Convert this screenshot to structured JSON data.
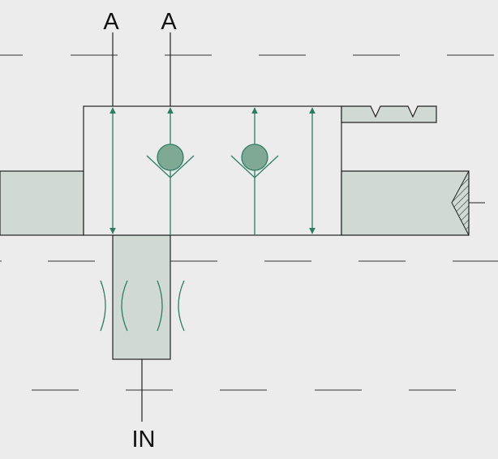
{
  "ports": {
    "a1": "A",
    "a2": "A",
    "inlet": "IN"
  },
  "colors": {
    "background": "#ececec",
    "fill": "#d0d9d3",
    "green": "#2e7d62",
    "ball": "#7fa895",
    "outline": "#222222"
  }
}
